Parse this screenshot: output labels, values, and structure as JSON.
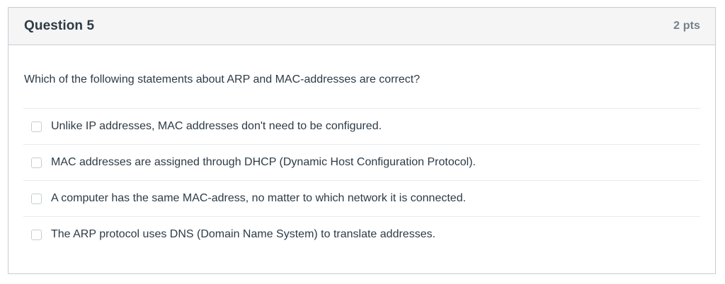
{
  "question": {
    "title": "Question 5",
    "points": "2 pts",
    "prompt": "Which of the following statements about ARP and MAC-addresses are correct?",
    "answers": [
      {
        "label": "Unlike IP addresses, MAC addresses don't need to be configured.",
        "checked": false
      },
      {
        "label": "MAC addresses are assigned through DHCP (Dynamic Host Configuration Protocol).",
        "checked": false
      },
      {
        "label": "A computer has the same MAC-adress, no matter to which network it is connected.",
        "checked": false
      },
      {
        "label": "The ARP protocol uses DNS (Domain Name System) to translate addresses.",
        "checked": false
      }
    ]
  },
  "colors": {
    "text": "#2d3b45",
    "muted": "#73818c",
    "border": "#c7cdd1",
    "divider": "#e8eaec",
    "header_bg": "#f5f5f5"
  }
}
